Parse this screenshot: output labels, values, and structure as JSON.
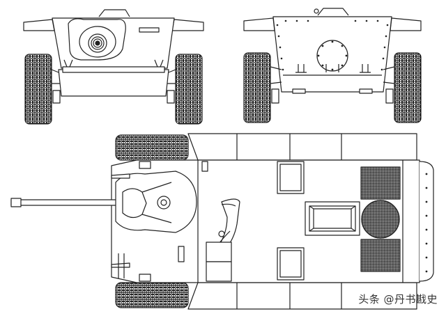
{
  "drawing": {
    "subject": "tank-destroyer-blueprint",
    "views": [
      "front-view",
      "rear-view",
      "top-view"
    ],
    "line_color": "#222222",
    "fill_color": "#ffffff",
    "grille_color": "#555555"
  },
  "watermark": {
    "text": "头条 @丹书戡史"
  }
}
